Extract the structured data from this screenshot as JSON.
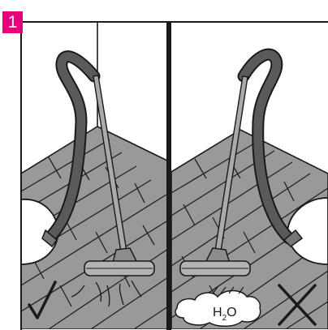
{
  "step_badge": {
    "number": "1",
    "color": "#e5007d"
  },
  "chemical_label": {
    "base": "H",
    "subscript": "2",
    "rest": "O"
  },
  "colors": {
    "floor": "#999999",
    "floor_lines": "#222222",
    "hose": "#5a5a5a",
    "tube": "#aaaaaa",
    "nozzle": "#b3b3b3",
    "outline": "#1a1a1a"
  },
  "icons": {
    "correct": "check-mark-icon",
    "wrong": "cross-mark-icon"
  }
}
